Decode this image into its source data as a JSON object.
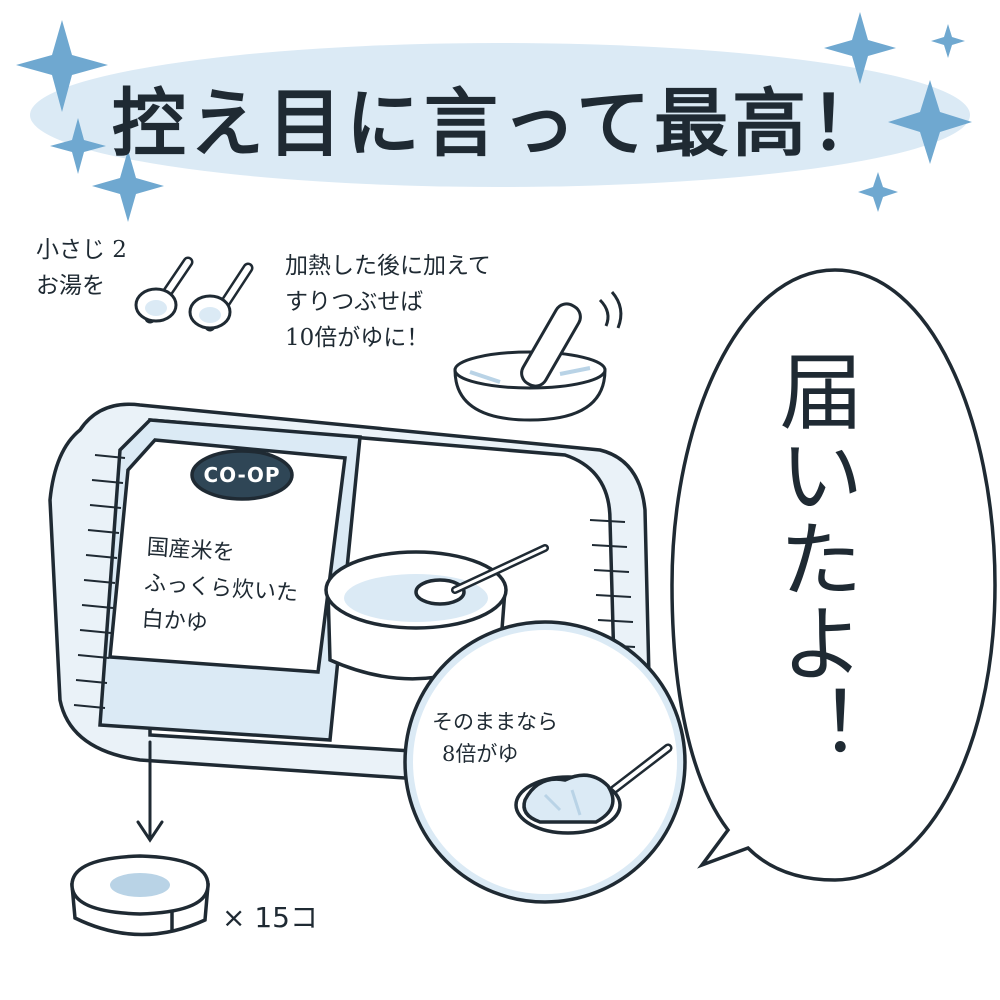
{
  "title": "控え目に言って最高！",
  "note_spoons": {
    "line1": "小さじ 2",
    "line2": "お湯を"
  },
  "note_mash": {
    "line1": "加熱した後に加えて",
    "line2": "すりつぶせば",
    "line3": "10倍がゆに！"
  },
  "package": {
    "brand": "CO-OP",
    "label_line1": "国産米を",
    "label_line2": "ふっくら炊いた",
    "label_line3": "白かゆ"
  },
  "note_plain": {
    "line1": "そのままなら",
    "line2": "8倍がゆ"
  },
  "speech_bubble": "届いたよ！",
  "cup_count": "× 15コ",
  "colors": {
    "ink": "#1f2a33",
    "pale_blue": "#dbeaf5",
    "mid_blue": "#b9d3e6",
    "sparkle": "#6fa8d0"
  }
}
